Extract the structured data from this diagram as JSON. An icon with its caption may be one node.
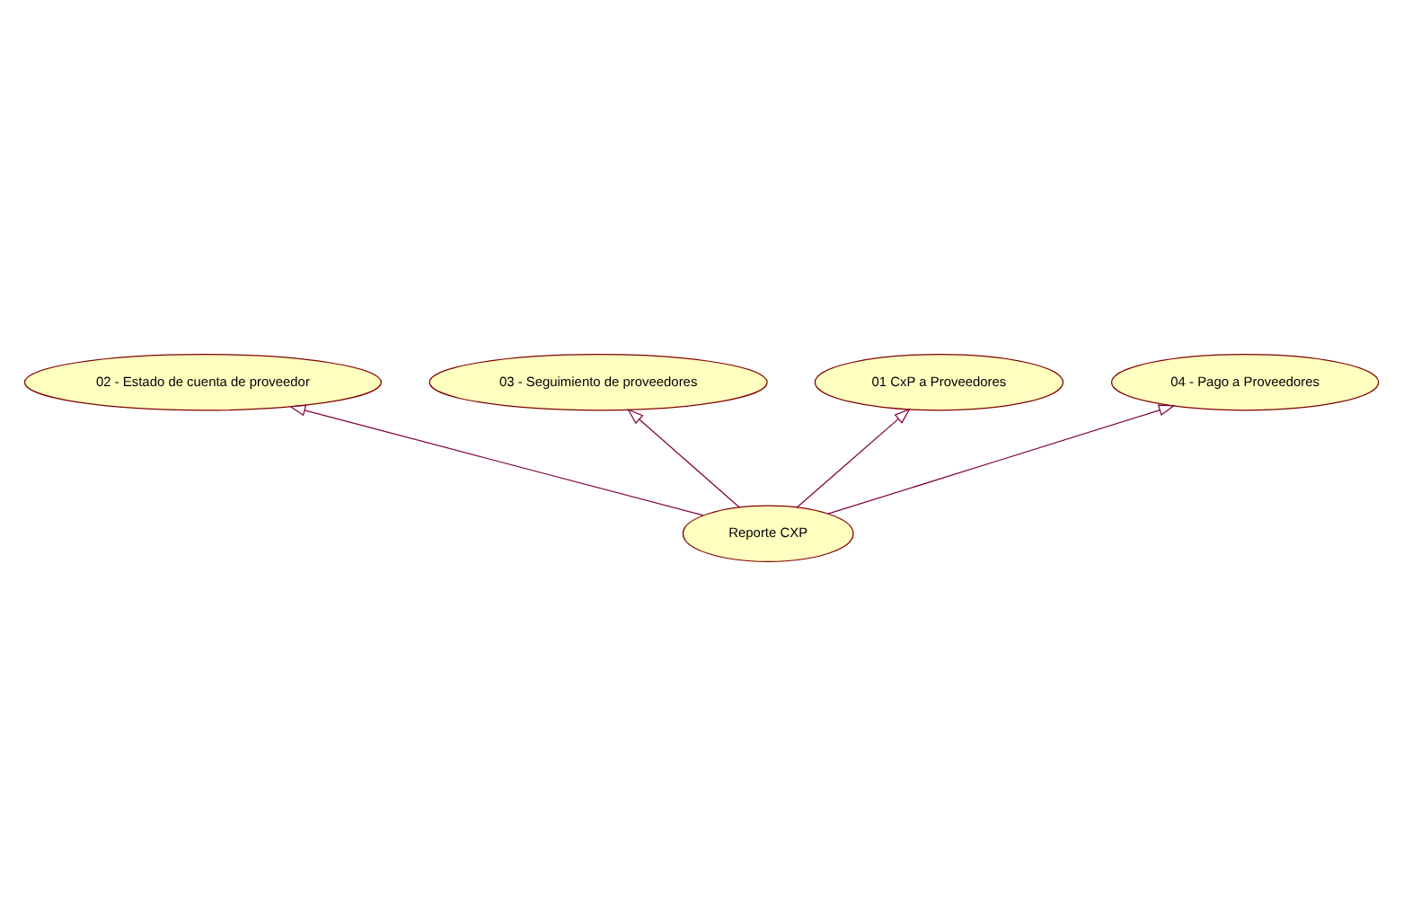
{
  "diagram": {
    "nodes": [
      {
        "text": [
          "02 - Estado de cuenta de proveedor"
        ]
      },
      {
        "text": [
          "03 - Seguimiento de proveedores"
        ]
      },
      {
        "text": [
          "01 CxP a Proveedores"
        ]
      },
      {
        "text": [
          "04 - Pago a Proveedores"
        ]
      },
      {
        "text": [
          "Reporte CXP"
        ]
      }
    ],
    "edges": [
      {
        "from": 4,
        "to": 2,
        "arrow": "to"
      },
      {
        "from": 4,
        "to": 0,
        "arrow": "to"
      },
      {
        "from": 4,
        "to": 1,
        "arrow": "to"
      },
      {
        "from": 4,
        "to": 3,
        "arrow": "to"
      }
    ]
  }
}
